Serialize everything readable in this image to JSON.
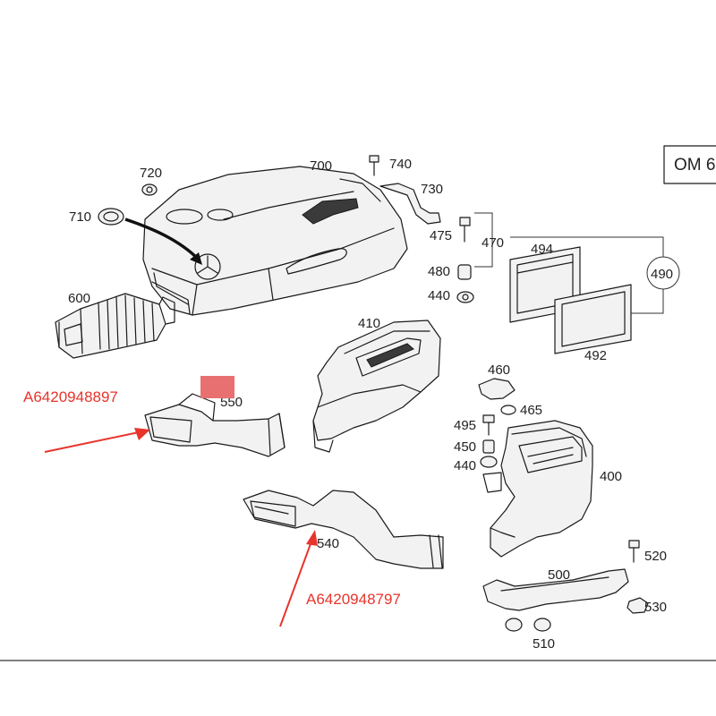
{
  "engine_box": {
    "text": "OM 6"
  },
  "callouts": {
    "upper_part_number": "A6420948897",
    "lower_part_number": "A6420948797",
    "color": "#e8342c",
    "marker_color": "#e87070"
  },
  "labels": {
    "p400": "400",
    "p410": "410",
    "p440a": "440",
    "p440b": "440",
    "p450": "450",
    "p460": "460",
    "p465": "465",
    "p470": "470",
    "p475": "475",
    "p480": "480",
    "p490": "490",
    "p492": "492",
    "p494": "494",
    "p495": "495",
    "p500": "500",
    "p510": "510",
    "p520": "520",
    "p530": "530",
    "p540": "540",
    "p550": "550",
    "p600": "600",
    "p700": "700",
    "p710": "710",
    "p720": "720",
    "p730": "730",
    "p740": "740"
  }
}
